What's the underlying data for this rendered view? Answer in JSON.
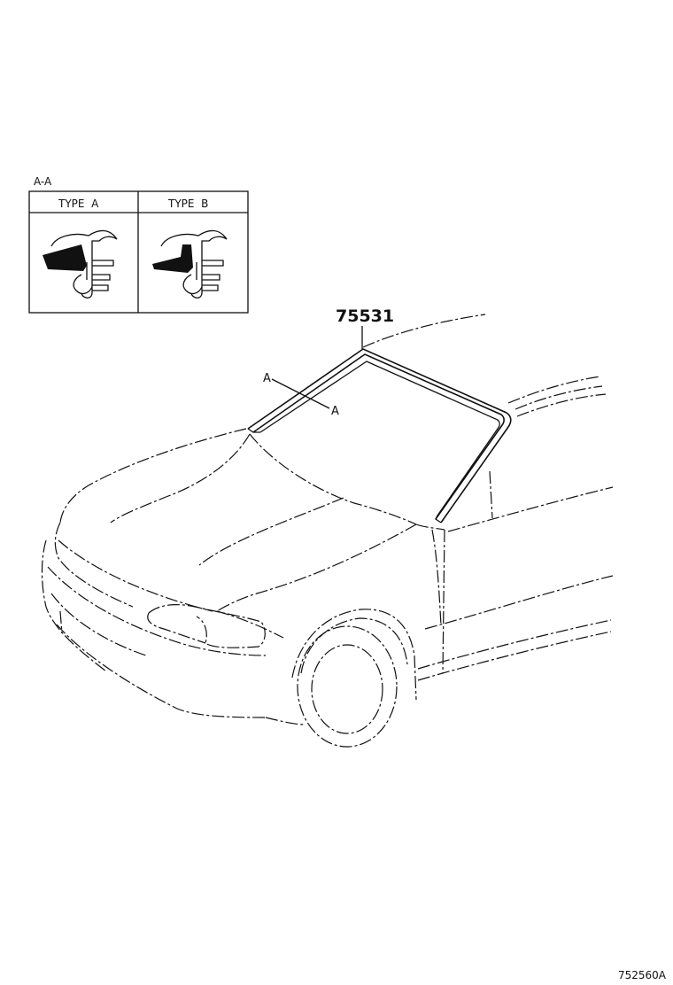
{
  "section": {
    "label": "A-A",
    "type_a": "TYPE  A",
    "type_b": "TYPE  B"
  },
  "part": {
    "number": "75531"
  },
  "section_marks": {
    "start": "A",
    "end": "A"
  },
  "figure_id": "752560A"
}
